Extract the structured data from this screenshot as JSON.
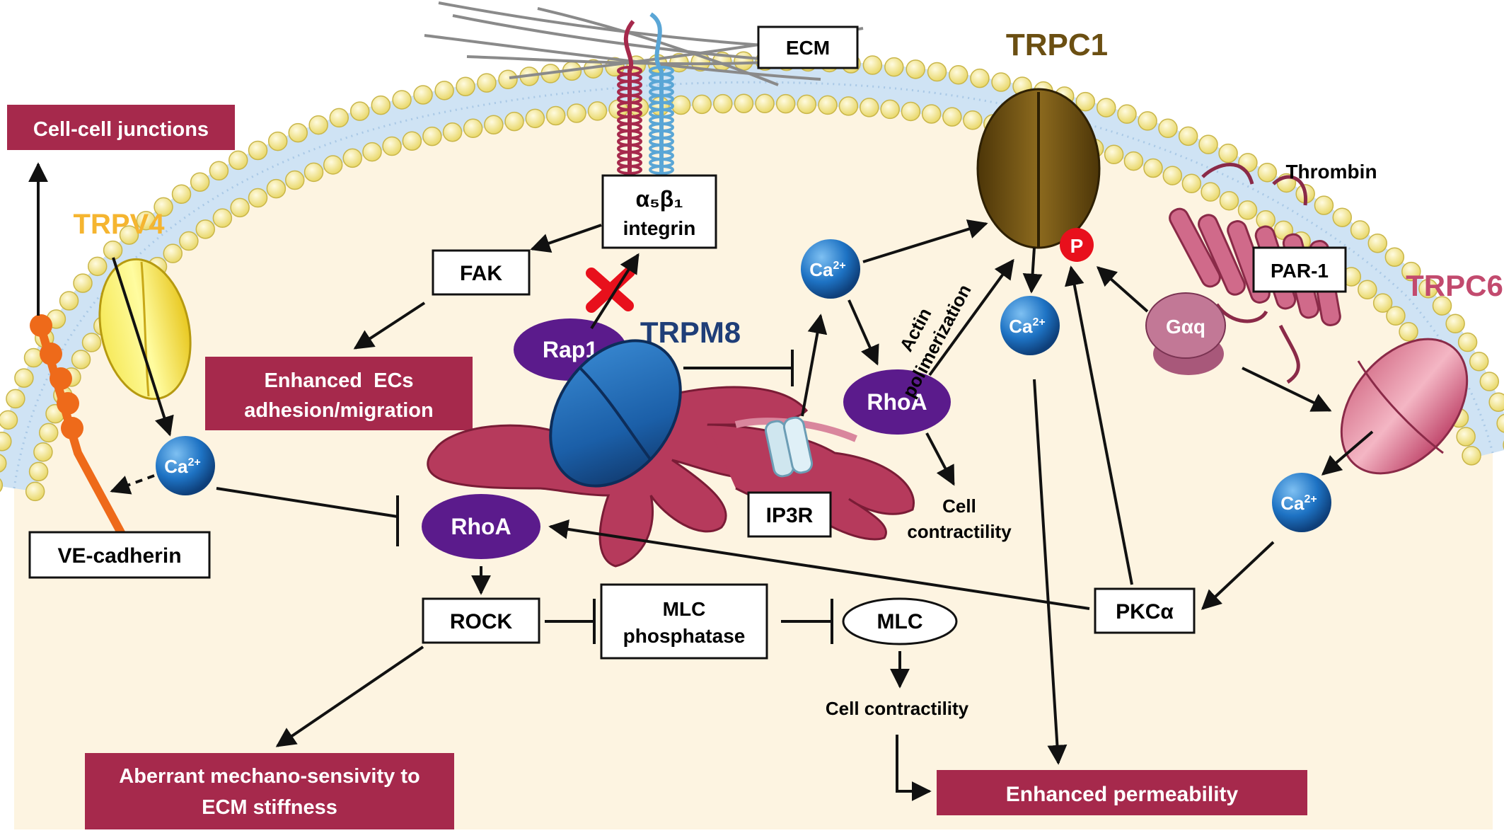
{
  "title": "",
  "labels": {
    "ecm": "ECM",
    "trpc1": "TRPC1",
    "cell_cell_junctions": "Cell-cell junctions",
    "trpv4": "TRPV4",
    "integrin_line1": "α₅β₁",
    "integrin_line2": "integrin",
    "fak": "FAK",
    "enhanced_ecs_line1": "Enhanced  ECs",
    "enhanced_ecs_line2": "adhesion/migration",
    "rap1": "Rap1",
    "trpm8": "TRPM8",
    "ca_symbol": "Ca",
    "ca_sup": "2+",
    "rhoa": "RhoA",
    "actin_line1": "Actin",
    "actin_line2": "polimerization",
    "p_badge": "P",
    "thrombin": "Thrombin",
    "par1": "PAR-1",
    "trpc6": "TRPC6",
    "gaq": "Gαq",
    "ip3r": "IP3R",
    "cell_contractility_line1": "Cell",
    "cell_contractility_line2": "contractility",
    "ve_cadherin": "VE-cadherin",
    "rock": "ROCK",
    "mlc_phosphatase_line1": "MLC",
    "mlc_phosphatase_line2": "phosphatase",
    "mlc": "MLC",
    "cell_contractility_2": "Cell contractility",
    "pkca": "PKCα",
    "aberrant_line1": "Aberrant mechano-sensivity to",
    "aberrant_line2": "ECM stiffness",
    "enhanced_permeability": "Enhanced permeability"
  },
  "colors": {
    "maroon": "#a6294c",
    "purple": "#5b1b8c",
    "ca_blue": "#1e73c4",
    "trpc1_brown": "#6b4f12",
    "trpv4_yellow": "#f5b530",
    "trpc6_pink": "#c24a6e",
    "trpm8_blue": "#1f3e78",
    "cytoplasm": "#fdf4e1",
    "lipid_head": "#f6eb9a",
    "red_badge": "#e8101c"
  }
}
